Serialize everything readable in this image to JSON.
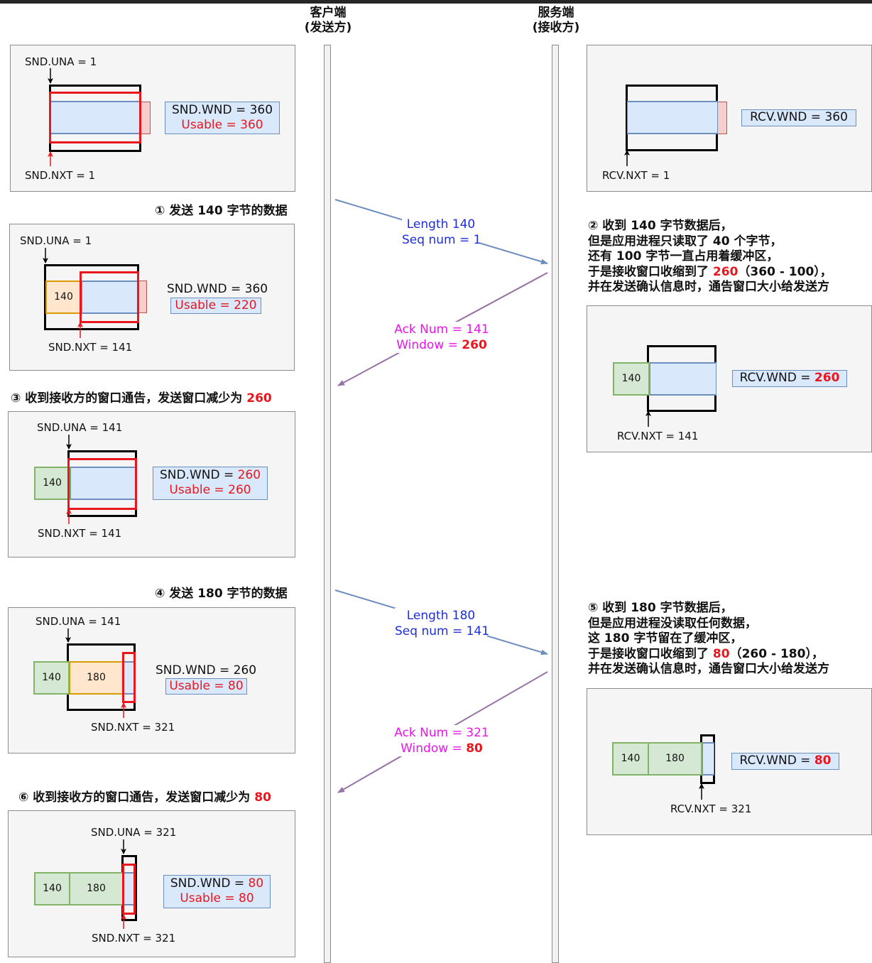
{
  "headers": {
    "client": [
      "客户端",
      "(发送方)"
    ],
    "server": [
      "服务端",
      "(接收方)"
    ]
  },
  "client": {
    "p1": {
      "una": "SND.UNA = 1",
      "nxt": "SND.NXT = 1",
      "wnd": "SND.WND = 360",
      "usable": "Usable = 360"
    },
    "step1": "① 发送 140 字节的数据",
    "p2": {
      "una": "SND.UNA = 1",
      "nxt": "SND.NXT = 141",
      "seg1": "140",
      "wnd": "SND.WND = 360",
      "usable": "Usable = 220"
    },
    "step3": {
      "text": "③ 收到接收方的窗口通告，发送窗口减少为 ",
      "value": "260"
    },
    "p3": {
      "una": "SND.UNA = 141",
      "nxt": "SND.NXT = 141",
      "seg1": "140",
      "wnd_prefix": "SND.WND = ",
      "wnd_value": "260",
      "usable": "Usable = 260"
    },
    "step4": "④ 发送 180 字节的数据",
    "p4": {
      "una": "SND.UNA = 141",
      "nxt": "SND.NXT = 321",
      "seg1": "140",
      "seg2": "180",
      "wnd": "SND.WND = 260",
      "usable": "Usable = 80"
    },
    "step6": {
      "text": "⑥ 收到接收方的窗口通告，发送窗口减少为 ",
      "value": "80"
    },
    "p6": {
      "una": "SND.UNA = 321",
      "nxt": "SND.NXT = 321",
      "seg1": "140",
      "seg2": "180",
      "wnd_prefix": "SND.WND = ",
      "wnd_value": "80",
      "usable": "Usable = 80"
    }
  },
  "server": {
    "p1": {
      "wnd": "RCV.WND = 360",
      "nxt": "RCV.NXT = 1"
    },
    "note2": {
      "l1": "② 收到 140 字节数据后，",
      "l2": "但是应用进程只读取了 40 个字节，",
      "l3": "还有 100 字节一直占用着缓冲区，",
      "l4_a": "于是接收窗口收缩到了 ",
      "l4_v": "260",
      "l4_b": "（360 - 100），",
      "l5": "并在发送确认信息时，通告窗口大小给发送方"
    },
    "p2": {
      "seg1": "140",
      "wnd_prefix": "RCV.WND = ",
      "wnd_value": "260",
      "nxt": "RCV.NXT = 141"
    },
    "note5": {
      "l1": "⑤ 收到 180 字节数据后，",
      "l2": "但是应用进程没读取任何数据，",
      "l3": "这 180 字节留在了缓冲区，",
      "l4_a": "于是接收窗口收缩到了 ",
      "l4_v": "80",
      "l4_b": "（260 - 180），",
      "l5": "并在发送确认信息时，通告窗口大小给发送方"
    },
    "p5": {
      "seg1": "140",
      "seg2": "180",
      "wnd_prefix": "RCV.WND = ",
      "wnd_value": "80",
      "nxt": "RCV.NXT = 321"
    }
  },
  "messages": {
    "m1": {
      "l1": "Length 140",
      "l2": "Seq num = 1"
    },
    "m2": {
      "l1": "Ack Num = 141",
      "l2_prefix": "Window = ",
      "l2_value": "260"
    },
    "m3": {
      "l1": "Length 180",
      "l2": "Seq num = 141"
    },
    "m4": {
      "l1": "Ack Num = 321",
      "l2_prefix": "Window = ",
      "l2_value": "80"
    }
  },
  "colors": {
    "window_red": "#e8161d",
    "message_blue": "#1f2edb",
    "message_magenta": "#e815e8",
    "send_arrow": "#6c8ebf",
    "ack_arrow": "#9673a6"
  }
}
